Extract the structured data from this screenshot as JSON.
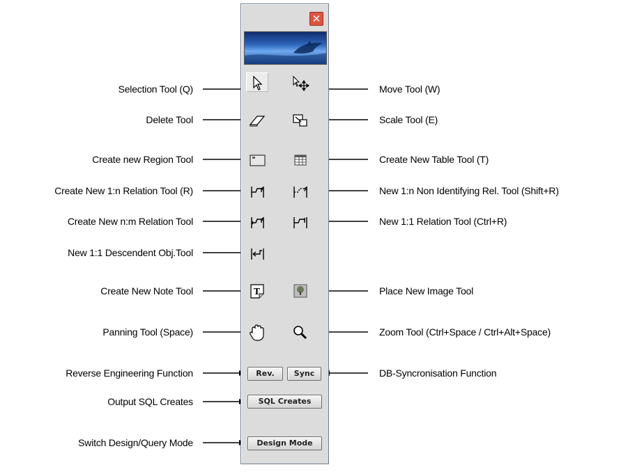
{
  "left_labels": [
    "Selection Tool (Q)",
    "Delete Tool",
    "Create new Region Tool",
    "Create New 1:n Relation Tool (R)",
    "Create New n:m Relation Tool",
    "New 1:1 Descendent Obj.Tool",
    "Create New Note Tool",
    "Panning Tool (Space)",
    "Reverse Engineering Function",
    "Output SQL Creates",
    "Switch Design/Query Mode"
  ],
  "right_labels": [
    "Move Tool (W)",
    "Scale Tool (E)",
    "Create New Table Tool (T)",
    "New 1:n Non Identifying Rel. Tool (Shift+R)",
    "New 1:1 Relation Tool (Ctrl+R)",
    "Place New Image Tool",
    "Zoom Tool (Ctrl+Space / Ctrl+Alt+Space)",
    "DB-Syncronisation Function"
  ],
  "palette": {
    "close_glyph": "✕",
    "buttons": {
      "rev": "Rev.",
      "sync": "Sync",
      "sql_creates": "SQL Creates",
      "design_mode": "Design Mode"
    },
    "icons": {
      "selection": "arrow-pointer-icon",
      "move": "move-arrows-icon",
      "delete": "eraser-icon",
      "scale": "scale-icon",
      "region": "region-icon",
      "table": "table-icon",
      "relation_1n": "relation-1n-icon",
      "relation_1n_nonid": "relation-1n-non-identifying-icon",
      "relation_nm": "relation-nm-icon",
      "relation_11": "relation-11-icon",
      "descendent": "descendent-object-icon",
      "note": "note-icon",
      "image": "image-icon",
      "pan": "hand-icon",
      "zoom": "magnifier-icon"
    }
  }
}
